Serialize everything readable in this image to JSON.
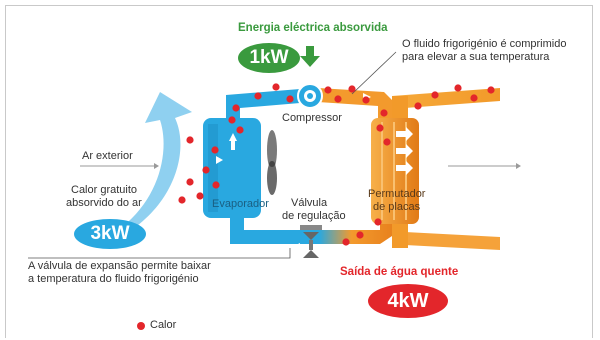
{
  "energy_label": "Energia eléctrica absorvida",
  "power_in": "1kW",
  "compressor_label": "Compressor",
  "compressed_note_line1": "O fluido frigorigénio é comprimido",
  "compressed_note_line2": "para elevar a sua temperatura",
  "outside_air_label": "Ar exterior",
  "free_heat_line1": "Calor gratuito",
  "free_heat_line2": "absorvido do ar",
  "power_free": "3kW",
  "evaporator_label": "Evaporador",
  "valve_line1": "Válvula",
  "valve_line2": "de regulação",
  "exchanger_line1": "Permutador",
  "exchanger_line2": "de placas",
  "expansion_note_line1": "A válvula de expansão permite baixar",
  "expansion_note_line2": "a temperatura do fluido frigorigénio",
  "hot_water_label": "Saída de água quente",
  "power_out": "4kW",
  "legend_label": "Calor",
  "colors": {
    "green": "#3a9a3e",
    "red": "#e3262b",
    "blue": "#29a8e0",
    "light_blue": "#8fd0f0",
    "orange": "#f39a2d",
    "dark_orange": "#e8821e"
  }
}
